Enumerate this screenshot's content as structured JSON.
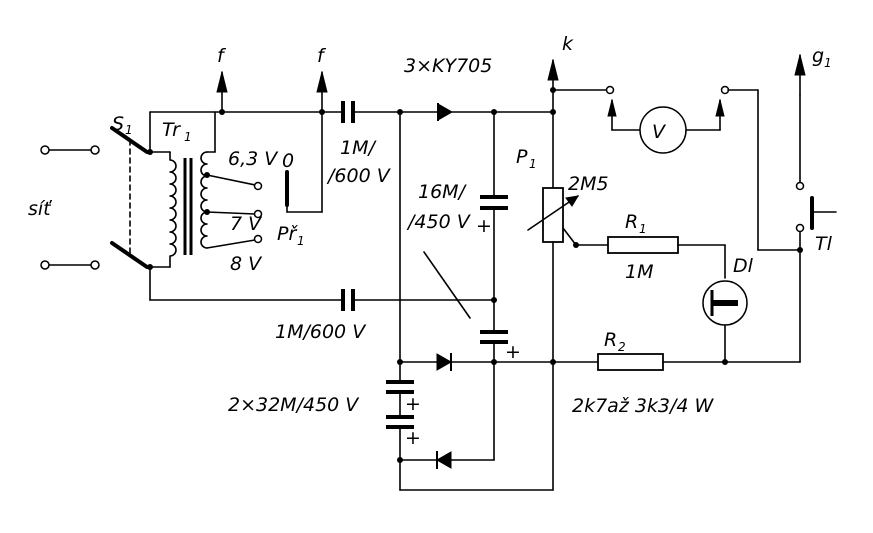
{
  "labels": {
    "mains": "síť",
    "switch": "S",
    "switch_sub": "1",
    "transformer": "Tr",
    "transformer_sub": "1",
    "tap_63": "6,3 V",
    "tap_0": "0",
    "tap_7": "7 V",
    "tap_8": "8 V",
    "selector": "Př",
    "selector_sub": "1",
    "out_f1": "f",
    "out_f2": "f",
    "out_k": "k",
    "out_g1": "g",
    "out_g1_sub": "1",
    "diodes_top": "3×KY705",
    "cap_top_a": "1M/",
    "cap_top_b": "/600 V",
    "cap_mid_a": "16M/",
    "cap_mid_b": "/450 V",
    "cap_bottom": "1M/600 V",
    "cap_pair": "2×32M/450 V",
    "pot": "P",
    "pot_sub": "1",
    "pot_value": "2M5",
    "r1": "R",
    "r1_sub": "1",
    "r1_value": "1M",
    "r2": "R",
    "r2_sub": "2",
    "r2_value": "2k7až 3k3/4 W",
    "lamp": "Dl",
    "voltmeter": "V",
    "button": "Tl",
    "plus": "+"
  }
}
